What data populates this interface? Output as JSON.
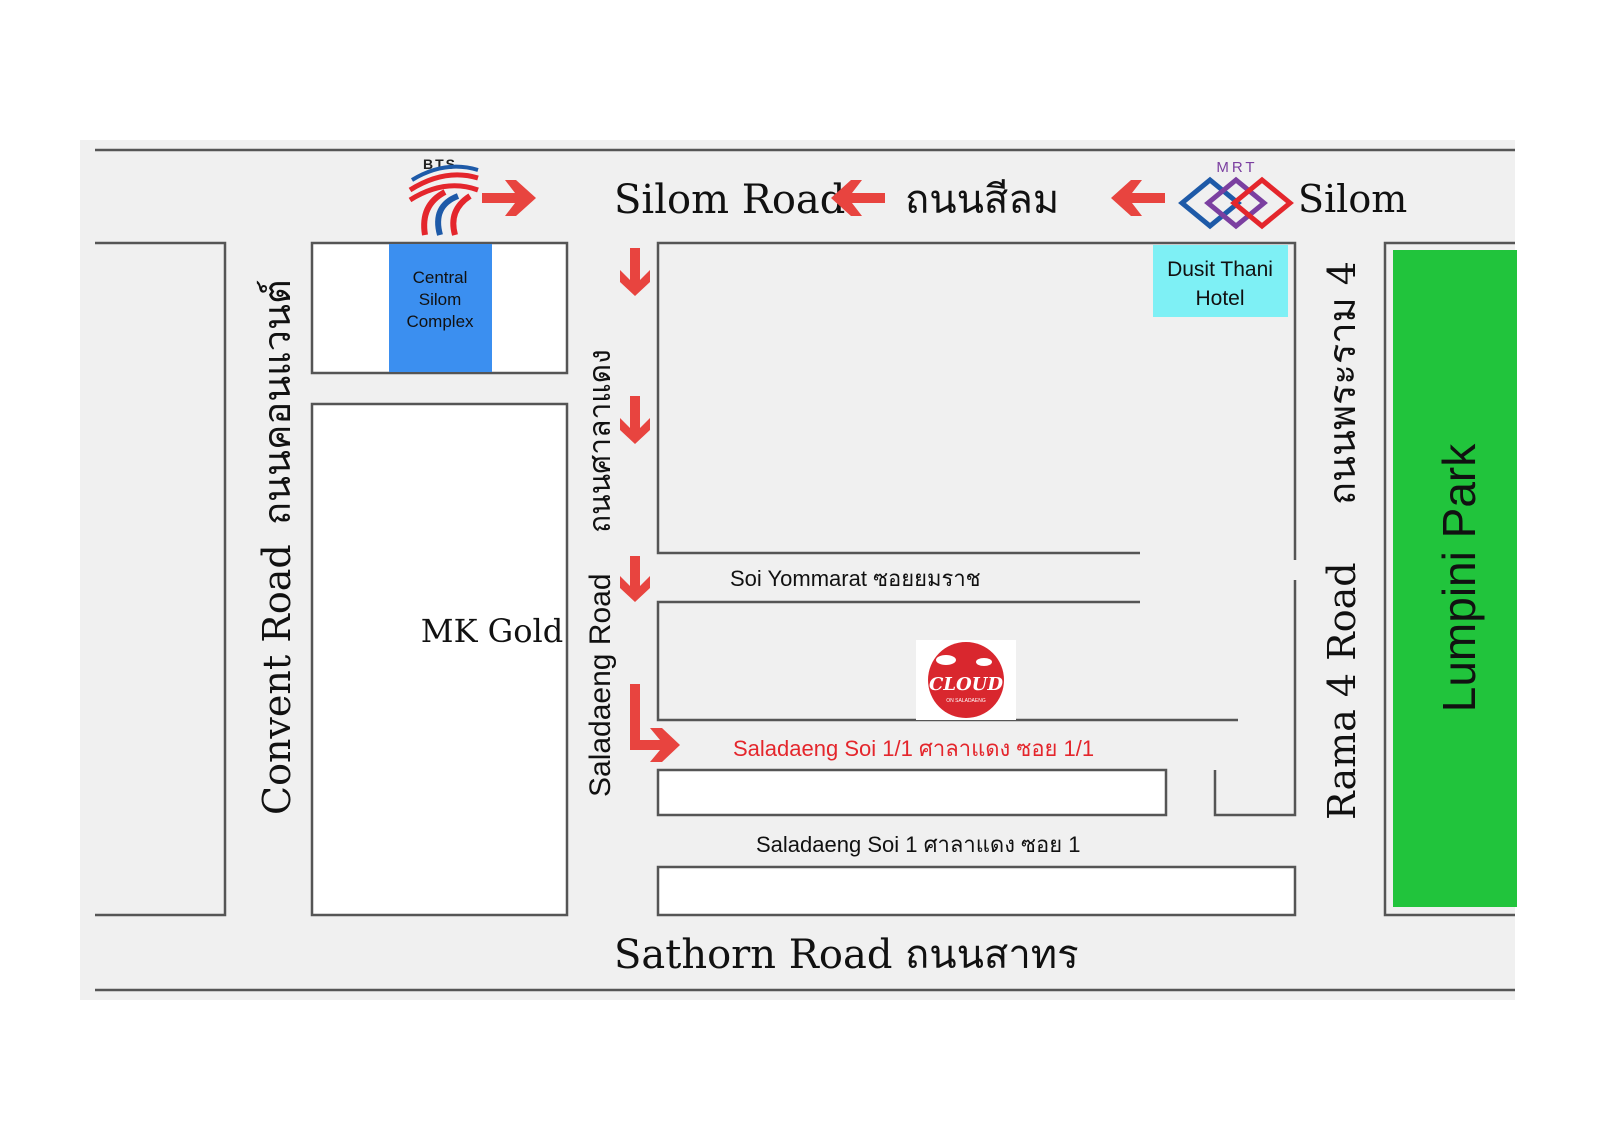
{
  "transit": {
    "bts_label": "BTS",
    "mrt_label": "MRT",
    "mrt_station": "Silom"
  },
  "roads": {
    "silom_en": "Silom Road",
    "silom_th": "ถนนสีลม",
    "sathorn_en": "Sathorn Road",
    "sathorn_th": "ถนนสาทร",
    "convent_en": "Convent Road",
    "convent_th": "ถนนคอนแวนต์",
    "saladaeng_en": "Saladaeng Road",
    "saladaeng_th": "ถนนศาลาแดง",
    "rama4_en": "Rama 4 Road",
    "rama4_th": "ถนนพระราม 4",
    "soi_yommarat": "Soi Yommarat  ซอยยมราช",
    "soi_1_1": "Saladaeng Soi 1/1    ศาลาแดง ซอย 1/1",
    "soi_1": "Saladaeng Soi 1    ศาลาแดง ซอย 1"
  },
  "landmarks": {
    "central_silom": [
      "Central",
      "Silom",
      "Complex"
    ],
    "dusit_thani": [
      "Dusit Thani",
      "Hotel"
    ],
    "mk_gold": "MK Gold",
    "lumpini": "Lumpini Park",
    "cloud_logo": "CLOUD",
    "cloud_sub": "ON SALADAENG"
  },
  "colors": {
    "route_arrow": "#e8443f",
    "park": "#21c43c",
    "central": "#3b8ff0",
    "dusit": "#7ef0f5",
    "road": "#f0f0f0",
    "bts_red": "#e4262c",
    "bts_blue": "#1e5aa8",
    "mrt_purple": "#7b3fa0"
  }
}
